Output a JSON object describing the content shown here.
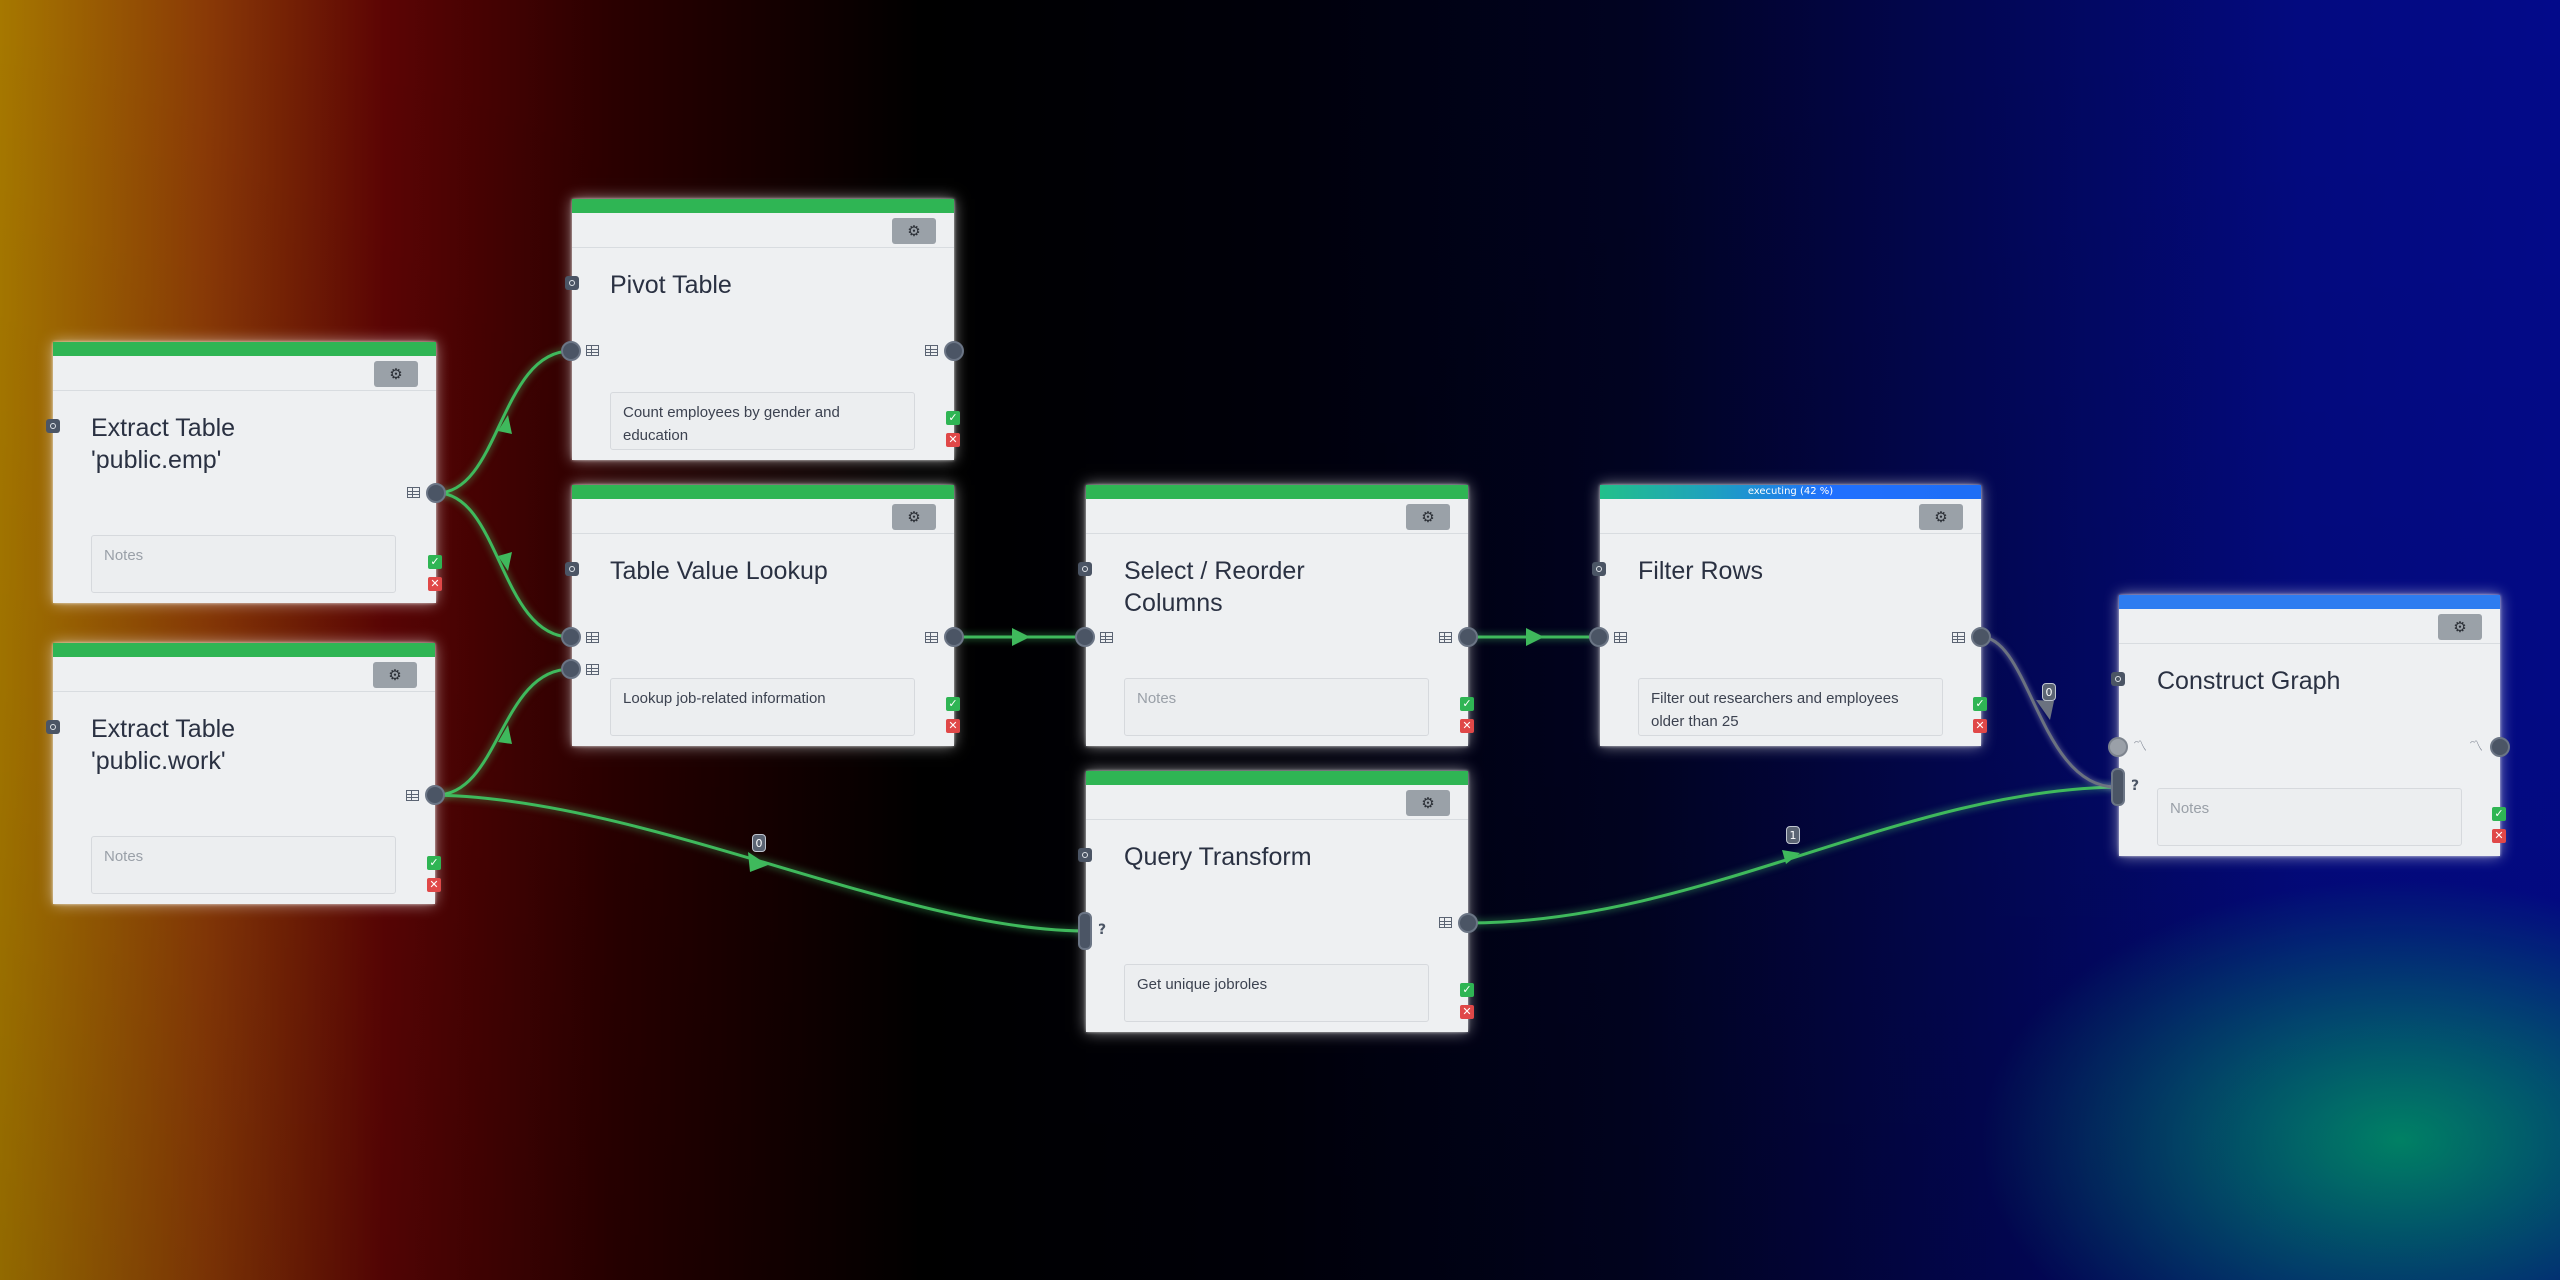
{
  "nodes": {
    "extract_emp": {
      "title": "Extract Table 'public.emp'",
      "notes": "Notes",
      "settings_icon": "gear-icon"
    },
    "extract_work": {
      "title": "Extract Table 'public.work'",
      "notes": "Notes",
      "settings_icon": "gear-icon"
    },
    "pivot": {
      "title": "Pivot Table",
      "notes": "Count employees by gender and education",
      "settings_icon": "gear-icon"
    },
    "lookup": {
      "title": "Table Value Lookup",
      "notes": "Lookup job-related information",
      "settings_icon": "gear-icon"
    },
    "select": {
      "title": "Select / Reorder Columns",
      "notes": "Notes",
      "settings_icon": "gear-icon"
    },
    "query": {
      "title": "Query Transform",
      "notes": "Get unique jobroles",
      "settings_icon": "gear-icon"
    },
    "filter": {
      "title": "Filter Rows",
      "notes": "Filter out researchers and employees older than 25",
      "status": "executing (42 %)",
      "progress": 0.42,
      "settings_icon": "gear-icon"
    },
    "graph": {
      "title": "Construct Graph",
      "notes": "Notes",
      "settings_icon": "gear-icon"
    }
  },
  "edge_badges": {
    "work_to_query": "0",
    "query_to_graph": "1",
    "filter_to_graph": "0"
  },
  "glyphs": {
    "gear": "⚙",
    "ok": "✓",
    "err": "✕",
    "question": "?",
    "graph": "〽"
  },
  "colors": {
    "success_bar": "#2fb554",
    "running_bar": "#2d7cf0",
    "edge": "#3fb95c",
    "edge_inactive": "#6b7280",
    "status_ok": "#2fb554",
    "status_error": "#e04848"
  }
}
